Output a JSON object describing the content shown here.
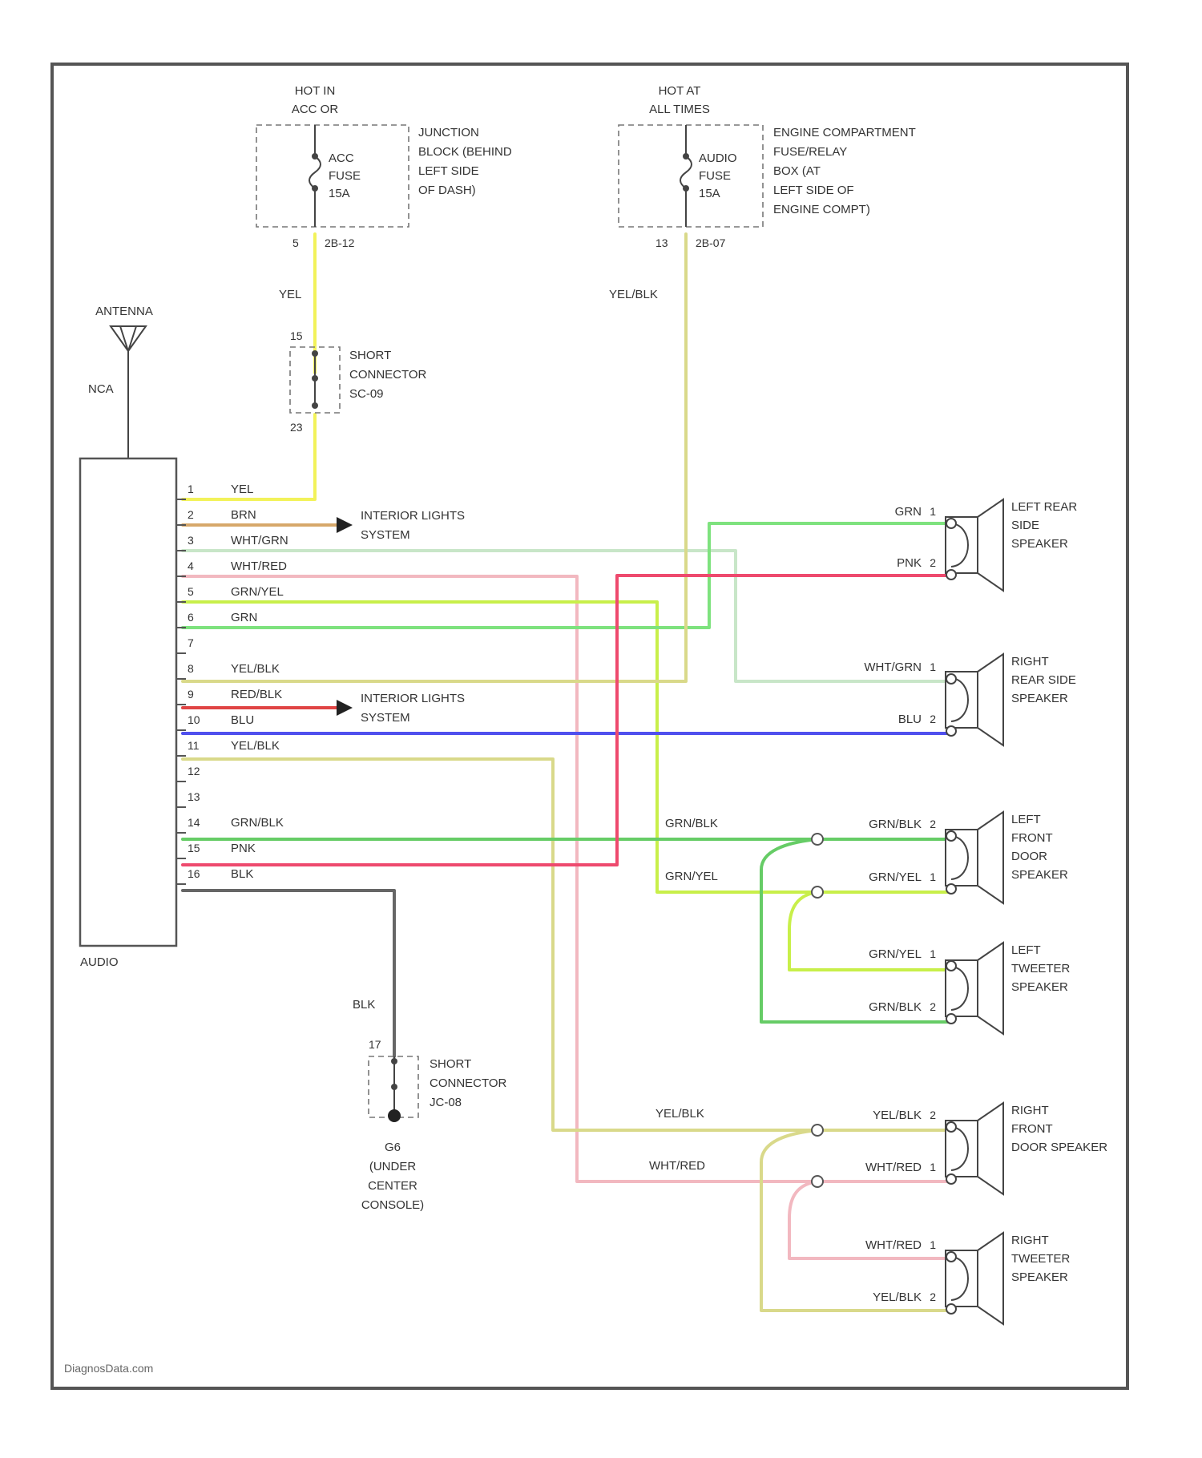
{
  "colors": {
    "YEL": "#f2f25a",
    "YEL_BLK": "#d9d98a",
    "BRN": "#d6a86a",
    "WHT_GRN": "#c8e6c8",
    "WHT_RED": "#f2b8c0",
    "GRN_YEL": "#c8ef4a",
    "GRN": "#7ee27e",
    "RED_BLK": "#e04444",
    "BLU": "#5050ee",
    "GRN_BLK": "#66cc66",
    "PNK": "#ee4a6e",
    "BLK": "#666666"
  },
  "fuses": [
    {
      "power": [
        "HOT IN",
        "ACC OR"
      ],
      "name": [
        "ACC",
        "FUSE",
        "15A"
      ],
      "box": [
        "JUNCTION",
        "BLOCK (BEHIND",
        "LEFT SIDE",
        "OF DASH)"
      ],
      "pin": "5",
      "conn": "2B-12"
    },
    {
      "power": [
        "HOT AT",
        "ALL TIMES"
      ],
      "name": [
        "AUDIO",
        "FUSE",
        "15A"
      ],
      "box": [
        "ENGINE COMPARTMENT",
        "FUSE/RELAY",
        "BOX (AT",
        "LEFT SIDE OF",
        "ENGINE COMPT)"
      ],
      "pin": "13",
      "conn": "2B-07"
    }
  ],
  "antenna": {
    "label": "ANTENNA",
    "cable": "NCA"
  },
  "audio_unit": {
    "label": "AUDIO"
  },
  "short_connectors": [
    {
      "pin_top": "15",
      "pin_bottom": "23",
      "label": [
        "SHORT",
        "CONNECTOR",
        "SC-09"
      ]
    },
    {
      "pin_top": "17",
      "label": [
        "SHORT",
        "CONNECTOR",
        "JC-08"
      ]
    }
  ],
  "ground": {
    "label": [
      "G6",
      "(UNDER",
      "CENTER",
      "CONSOLE)"
    ]
  },
  "wire_labels": {
    "yel": "YEL",
    "yel_blk": "YEL/BLK",
    "blk": "BLK",
    "grn_blk": "GRN/BLK",
    "grn_yel": "GRN/YEL",
    "wht_red": "WHT/RED"
  },
  "audio_pins": [
    {
      "num": "1",
      "color": "YEL"
    },
    {
      "num": "2",
      "color": "BRN"
    },
    {
      "num": "3",
      "color": "WHT/GRN"
    },
    {
      "num": "4",
      "color": "WHT/RED"
    },
    {
      "num": "5",
      "color": "GRN/YEL"
    },
    {
      "num": "6",
      "color": "GRN"
    },
    {
      "num": "7",
      "color": ""
    },
    {
      "num": "8",
      "color": "YEL/BLK"
    },
    {
      "num": "9",
      "color": "RED/BLK"
    },
    {
      "num": "10",
      "color": "BLU"
    },
    {
      "num": "11",
      "color": "YEL/BLK"
    },
    {
      "num": "12",
      "color": ""
    },
    {
      "num": "13",
      "color": ""
    },
    {
      "num": "14",
      "color": "GRN/BLK"
    },
    {
      "num": "15",
      "color": "PNK"
    },
    {
      "num": "16",
      "color": "BLK"
    }
  ],
  "interior_lights": [
    "INTERIOR LIGHTS",
    "SYSTEM"
  ],
  "speakers": [
    {
      "name": [
        "LEFT REAR",
        "SIDE",
        "SPEAKER"
      ],
      "pins": [
        {
          "color": "GRN",
          "num": "1"
        },
        {
          "color": "PNK",
          "num": "2"
        }
      ]
    },
    {
      "name": [
        "RIGHT",
        "REAR SIDE",
        "SPEAKER"
      ],
      "pins": [
        {
          "color": "WHT/GRN",
          "num": "1"
        },
        {
          "color": "BLU",
          "num": "2"
        }
      ]
    },
    {
      "name": [
        "LEFT",
        "FRONT",
        "DOOR",
        "SPEAKER"
      ],
      "pins": [
        {
          "color": "GRN/BLK",
          "num": "2"
        },
        {
          "color": "GRN/YEL",
          "num": "1"
        }
      ]
    },
    {
      "name": [
        "LEFT",
        "TWEETER",
        "SPEAKER"
      ],
      "pins": [
        {
          "color": "GRN/YEL",
          "num": "1"
        },
        {
          "color": "GRN/BLK",
          "num": "2"
        }
      ]
    },
    {
      "name": [
        "RIGHT",
        "FRONT",
        "DOOR SPEAKER"
      ],
      "pins": [
        {
          "color": "YEL/BLK",
          "num": "2"
        },
        {
          "color": "WHT/RED",
          "num": "1"
        }
      ]
    },
    {
      "name": [
        "RIGHT",
        "TWEETER",
        "SPEAKER"
      ],
      "pins": [
        {
          "color": "WHT/RED",
          "num": "1"
        },
        {
          "color": "YEL/BLK",
          "num": "2"
        }
      ]
    }
  ],
  "watermark": "DiagnosData.com"
}
